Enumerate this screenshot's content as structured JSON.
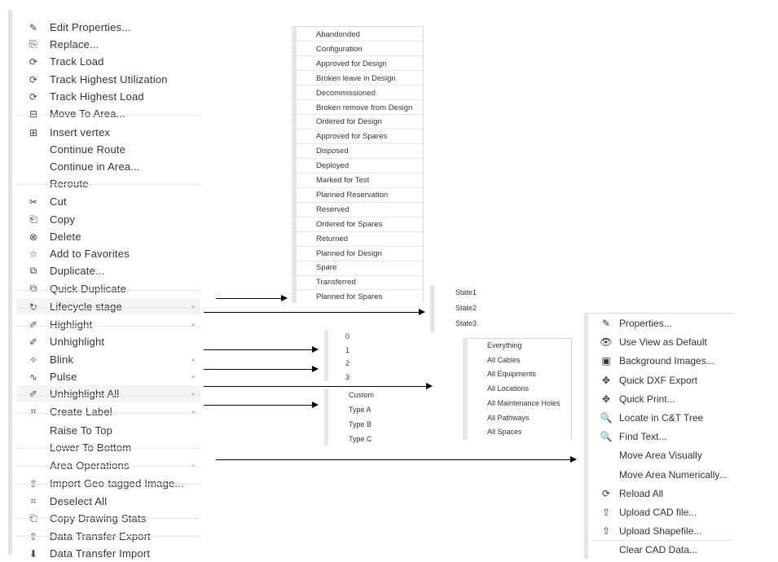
{
  "main_menu": {
    "items": [
      {
        "label": "Edit Properties...",
        "icon": "pencil-icon",
        "glyph": "✎"
      },
      {
        "label": "Replace...",
        "icon": "replace-icon",
        "glyph": "⎘"
      },
      {
        "label": "Track Load",
        "icon": "refresh-icon",
        "glyph": "⟳"
      },
      {
        "label": "Track Highest Utilization",
        "icon": "refresh-icon",
        "glyph": "⟳"
      },
      {
        "label": "Track Highest Load",
        "icon": "refresh-icon",
        "glyph": "⟳"
      },
      {
        "label": "Move To Area...",
        "icon": "move-area-icon",
        "glyph": "⊟"
      },
      {
        "label": "Insert vertex",
        "icon": "plus-box-icon",
        "glyph": "⊞"
      },
      {
        "label": "Continue Route",
        "icon": "",
        "glyph": ""
      },
      {
        "label": "Continue in Area...",
        "icon": "",
        "glyph": ""
      },
      {
        "label": "Reroute",
        "icon": "",
        "glyph": ""
      },
      {
        "label": "Cut",
        "icon": "scissors-icon",
        "glyph": "✂"
      },
      {
        "label": "Copy",
        "icon": "copy-icon",
        "glyph": "⎗"
      },
      {
        "label": "Delete",
        "icon": "delete-circle-icon",
        "glyph": "⊗"
      },
      {
        "label": "Add to Favorites",
        "icon": "star-icon",
        "glyph": "☆"
      },
      {
        "label": "Duplicate...",
        "icon": "duplicate-icon",
        "glyph": "⧉"
      },
      {
        "label": "Quick Duplicate",
        "icon": "duplicate-icon",
        "glyph": "⧉"
      },
      {
        "label": "Lifecycle stage",
        "icon": "lifecycle-icon",
        "glyph": "↻"
      },
      {
        "label": "Highlight",
        "icon": "highlighter-icon",
        "glyph": "✐"
      },
      {
        "label": "Unhighlight",
        "icon": "unhighlight-icon",
        "glyph": "✐"
      },
      {
        "label": "Blink",
        "icon": "blink-icon",
        "glyph": "✧"
      },
      {
        "label": "Pulse",
        "icon": "pulse-icon",
        "glyph": "∿"
      },
      {
        "label": "Unhighlight All",
        "icon": "unhighlight-all-icon",
        "glyph": "✐"
      },
      {
        "label": "Create Label",
        "icon": "tag-icon",
        "glyph": "⌗"
      },
      {
        "label": "Raise To Top",
        "icon": "",
        "glyph": ""
      },
      {
        "label": "Lower To Bottom",
        "icon": "",
        "glyph": ""
      },
      {
        "label": "Area Operations",
        "icon": "",
        "glyph": ""
      },
      {
        "label": "Import Geo-tagged Image...",
        "icon": "upload-icon",
        "glyph": "⇧"
      },
      {
        "label": "Deselect All",
        "icon": "tag-icon",
        "glyph": "⌗"
      },
      {
        "label": "Copy Drawing Stats",
        "icon": "copy-icon",
        "glyph": "⎗"
      },
      {
        "label": "Data Transfer Export",
        "icon": "upload-icon",
        "glyph": "⇧"
      },
      {
        "label": "Data Transfer Import",
        "icon": "download-icon",
        "glyph": "⬇"
      }
    ],
    "submenu_arrow": "▸"
  },
  "lifecycle_submenu": {
    "items": [
      "Abandonded",
      "Configuration",
      "Approved for Design",
      "Broken leave in Design",
      "Decommissioned",
      "Broken remove from Design",
      "Ordered for Design",
      "Approved for Spares",
      "Disposed",
      "Deployed",
      "Marked for Test",
      "Planned Reservation",
      "Reserved",
      "Ordered for Spares",
      "Returned",
      "Planned for Design",
      "Spare",
      "Transferred",
      "Planned for Spares"
    ]
  },
  "highlight_submenu": {
    "items": [
      "State1",
      "State2",
      "State3"
    ]
  },
  "blink_pulse_submenu": {
    "items": [
      "0",
      "1",
      "2",
      "3"
    ]
  },
  "unhighlight_all_submenu": {
    "items": [
      "Everything",
      "All Cables",
      "All Equipments",
      "All Locations",
      "All Maintenance Holes",
      "All Pathways",
      "All Spaces"
    ]
  },
  "create_label_submenu": {
    "items": [
      "Custom",
      "Type A",
      "Type B",
      "Type C"
    ]
  },
  "area_operations_submenu": {
    "items": [
      {
        "label": "Properties...",
        "icon": "edit-icon",
        "glyph": "✎"
      },
      {
        "label": "Use View as Default",
        "icon": "eye-icon",
        "glyph": "👁"
      },
      {
        "label": "Background Images...",
        "icon": "image-icon",
        "glyph": "▣"
      },
      {
        "label": "Quick DXF Export",
        "icon": "move-arrows-icon",
        "glyph": "✥"
      },
      {
        "label": "Quick Print...",
        "icon": "move-arrows-icon",
        "glyph": "✥"
      },
      {
        "label": "Locate in C&T Tree",
        "icon": "search-icon",
        "glyph": "🔍"
      },
      {
        "label": "Find Text...",
        "icon": "search-icon",
        "glyph": "🔍"
      },
      {
        "label": "Move Area Visually",
        "icon": "",
        "glyph": ""
      },
      {
        "label": "Move Area Numerically...",
        "icon": "",
        "glyph": ""
      },
      {
        "label": "Reload All",
        "icon": "refresh-icon",
        "glyph": "⟳"
      },
      {
        "label": "Upload CAD file...",
        "icon": "upload-icon",
        "glyph": "⇧"
      },
      {
        "label": "Upload Shapefile...",
        "icon": "upload-icon",
        "glyph": "⇧"
      },
      {
        "label": "Clear CAD Data...",
        "icon": "",
        "glyph": ""
      }
    ]
  }
}
